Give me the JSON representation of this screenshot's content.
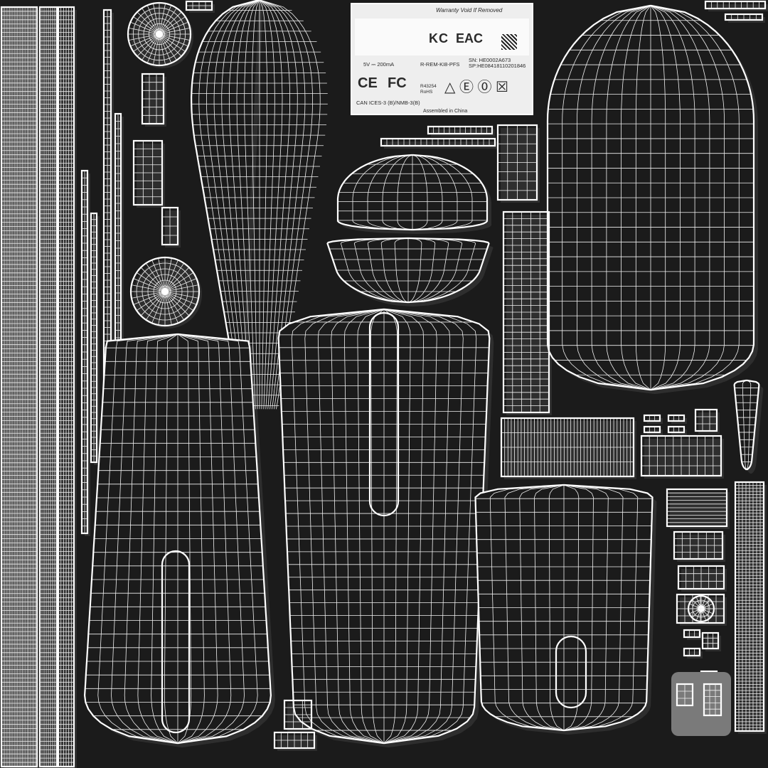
{
  "label": {
    "warranty": "Warranty Void If Removed",
    "kc_mark": "KC",
    "eac_mark": "EAC",
    "power": "5V ⎓ 200mA",
    "model": "R-REM-KI8-PFS",
    "serial": "SN:  HE0002A673",
    "sp": "SP:HE08418110201846",
    "ce_mark": "CE",
    "fc_mark": "FC",
    "r_code": "R43254",
    "rohs": "RoHS",
    "symbols": "△ Ⓔ ⓪ ☒",
    "ices": "CAN ICES-3 (B)/NMB-3(B)",
    "assembled": "Assembled in China"
  },
  "colors": {
    "background": "#1b1b1b",
    "wire": "#f2f2f2",
    "label_panel": "#eeeeee",
    "gray_patch": "#7a7a7a"
  }
}
